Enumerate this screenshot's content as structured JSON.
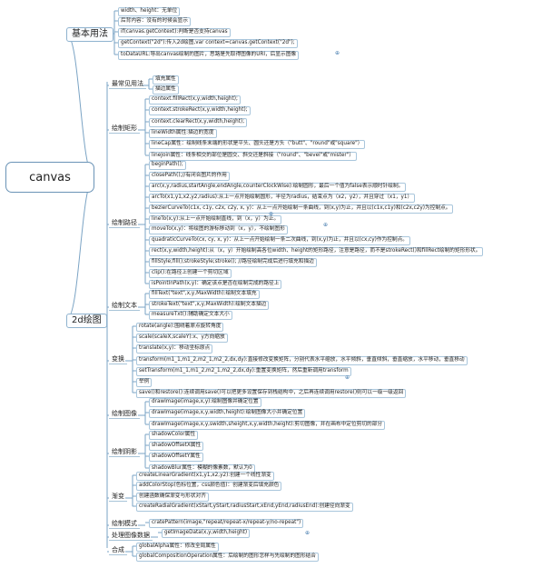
{
  "root": {
    "label": "canvas"
  },
  "basic": {
    "label": "基本用法",
    "items": [
      "width、height：无单位",
      "后背内容：没有的时候会显示",
      "if(canvas.getContext):判断是否支持canvas",
      "getContext(\"2d\"):传入2d绘图,var context=canvas.getContext(\"2d\");",
      "toDataURL:导出canvas绘制的图片，思路是先取得图像的URI，后显示图像"
    ]
  },
  "draw2d": {
    "label": "2d绘图",
    "groups": {
      "fillstroke": {
        "label": "最常见用法",
        "items": [
          "填充属性",
          "描边属性"
        ]
      },
      "rect": {
        "label": "绘制矩形",
        "items": [
          "context.fillRect(x,y,width,height);",
          "context.strokeRect(x,y,width,height);",
          "context.clearRect(x,y,width,height);",
          "lineWidth属性:描边的宽度",
          "lineCap属性：绘制线条末端的形状是平头、圆头还是方头（\"butt\"、\"round\"或\"square\"）",
          "lineJoin属性：线条相交的部位是圆交、斜交还是斜接（\"round\"、\"bevel\"或\"mister\"）"
        ]
      },
      "path": {
        "label": "绘制路径",
        "items": [
          "beginPath();",
          "closePath();//有闭合图片的作用",
          "arc(x,y,radius,startAngle,endAngle,counterClockWise):绘制圆形，最后一个值为false表示顺时针绘制。",
          "arcTo(x1,y1,x2,y2,radius):从上一点开始绘制圆形，半径为radius，结束点为（x2，y2），并且穿过（x1，y1）",
          "bezierCurveTo(c1x, c1y, c2x, c2y, x, y)：从上一点开始绘制一条曲线，到(x,y)为止，并且以(c1x,c1y)和(c2x,c2y)为控制点。",
          "lineTo(x,y):从上一点开始绘制直线，到（x，y）为止。",
          "moveTo(x,y)：将绘图的游标移动到（x，y），不绘制图形",
          "quadraticCurveTo(cx, cy, x, y)：从上一点开始绘制一条二次曲线，到(x,y)为止，并且以(cx,cy)作为控制点。",
          "rect(x,y,width,height):从（x，y）开始绘制高各位width、height的矩形路径，注意是路径，而不是strokeRect()和fillRect绘制的矩形形状。",
          "fillStyle;fill();strokeStyle;stroke();  //路径绘制完成后进行填充和描边",
          "clip():在路径上创建一个剪切区域",
          "isPointInPath(x,y)：确定该点是否在绘制完成的路径上"
        ]
      },
      "text": {
        "label": "绘制文本",
        "items": [
          "fillText(\"text\",x,y,MaxWidth):绘制文本填充",
          "strokeText(\"text\",x,y,MaxWidth):绘制文本描边",
          "measureTxt():辅助确定文本大小"
        ]
      },
      "transform": {
        "label": "变换",
        "items": [
          "rotate(angle):围绕着原点旋转角度",
          "scale(scaleX,scaleY):x、y方向缩放",
          "translate(x,y)：移动坐标原点",
          "transform(m1_1,m1_2,m2_1,m2_2,dx,dy):直接修改变换矩阵，分别代表水平缩放，水平倾斜，垂直倾斜，垂直缩放，水平移动，垂直移动",
          "setTransform(m1_1,m1_2,m2_1,m2_2,dx,dy):重置变换矩阵，然后重新调用transform",
          "举例",
          "save()和restore():连续调用save()可以把更多设置保存到栈结构中，之后再连续调用restore()则可以一级一级返回"
        ]
      },
      "image": {
        "label": "绘制图像",
        "items": [
          "drawImage(image,x,y):绘制图像并确定位置",
          "drawImage(image,x,y,width,height):绘制图像大小并确定位置",
          "drawImage(image,x,y,swidth,sheight,x,y,width,height):剪切图像，并在画布中定位剪切的部分"
        ]
      },
      "shadow": {
        "label": "绘制阴影",
        "items": [
          "shadowColor属性",
          "shadowOffsetX属性",
          "shadowOffsetY属性",
          "shadowBlur属性：模糊的像素数，默认为0"
        ]
      },
      "gradient": {
        "label": "渐变",
        "items": [
          "createLinearGradient(x1,y1,x2,y2):创建一个线性渐变",
          "addColorStop(色标位置，css颜色值)：创建渐变后填充颜色",
          "创建函数确保渐变与形状对齐",
          "createRadialGradient(xStart,yStart,radiusStart,xEnd,yEnd,radiusEnd):创建径向渐变"
        ]
      },
      "pattern": {
        "label": "绘制模式",
        "items": [
          "cratePattern(image,\"repeat/repeat-x/repeat-y/no-repeat\")"
        ]
      },
      "imagedata": {
        "label": "处理图像数据",
        "items": [
          "getImageData(x,y,width,height)"
        ]
      },
      "composite": {
        "label": "合成",
        "items": [
          "globalAlpha属性：修改全局属性",
          "globalCompositionOperation属性：后绘制的图形怎样与先绘制的图形结合"
        ]
      }
    }
  },
  "theme": {
    "line": "#7aa3c4",
    "border": "#a9c6dc",
    "marker": "#4a7fb0"
  }
}
